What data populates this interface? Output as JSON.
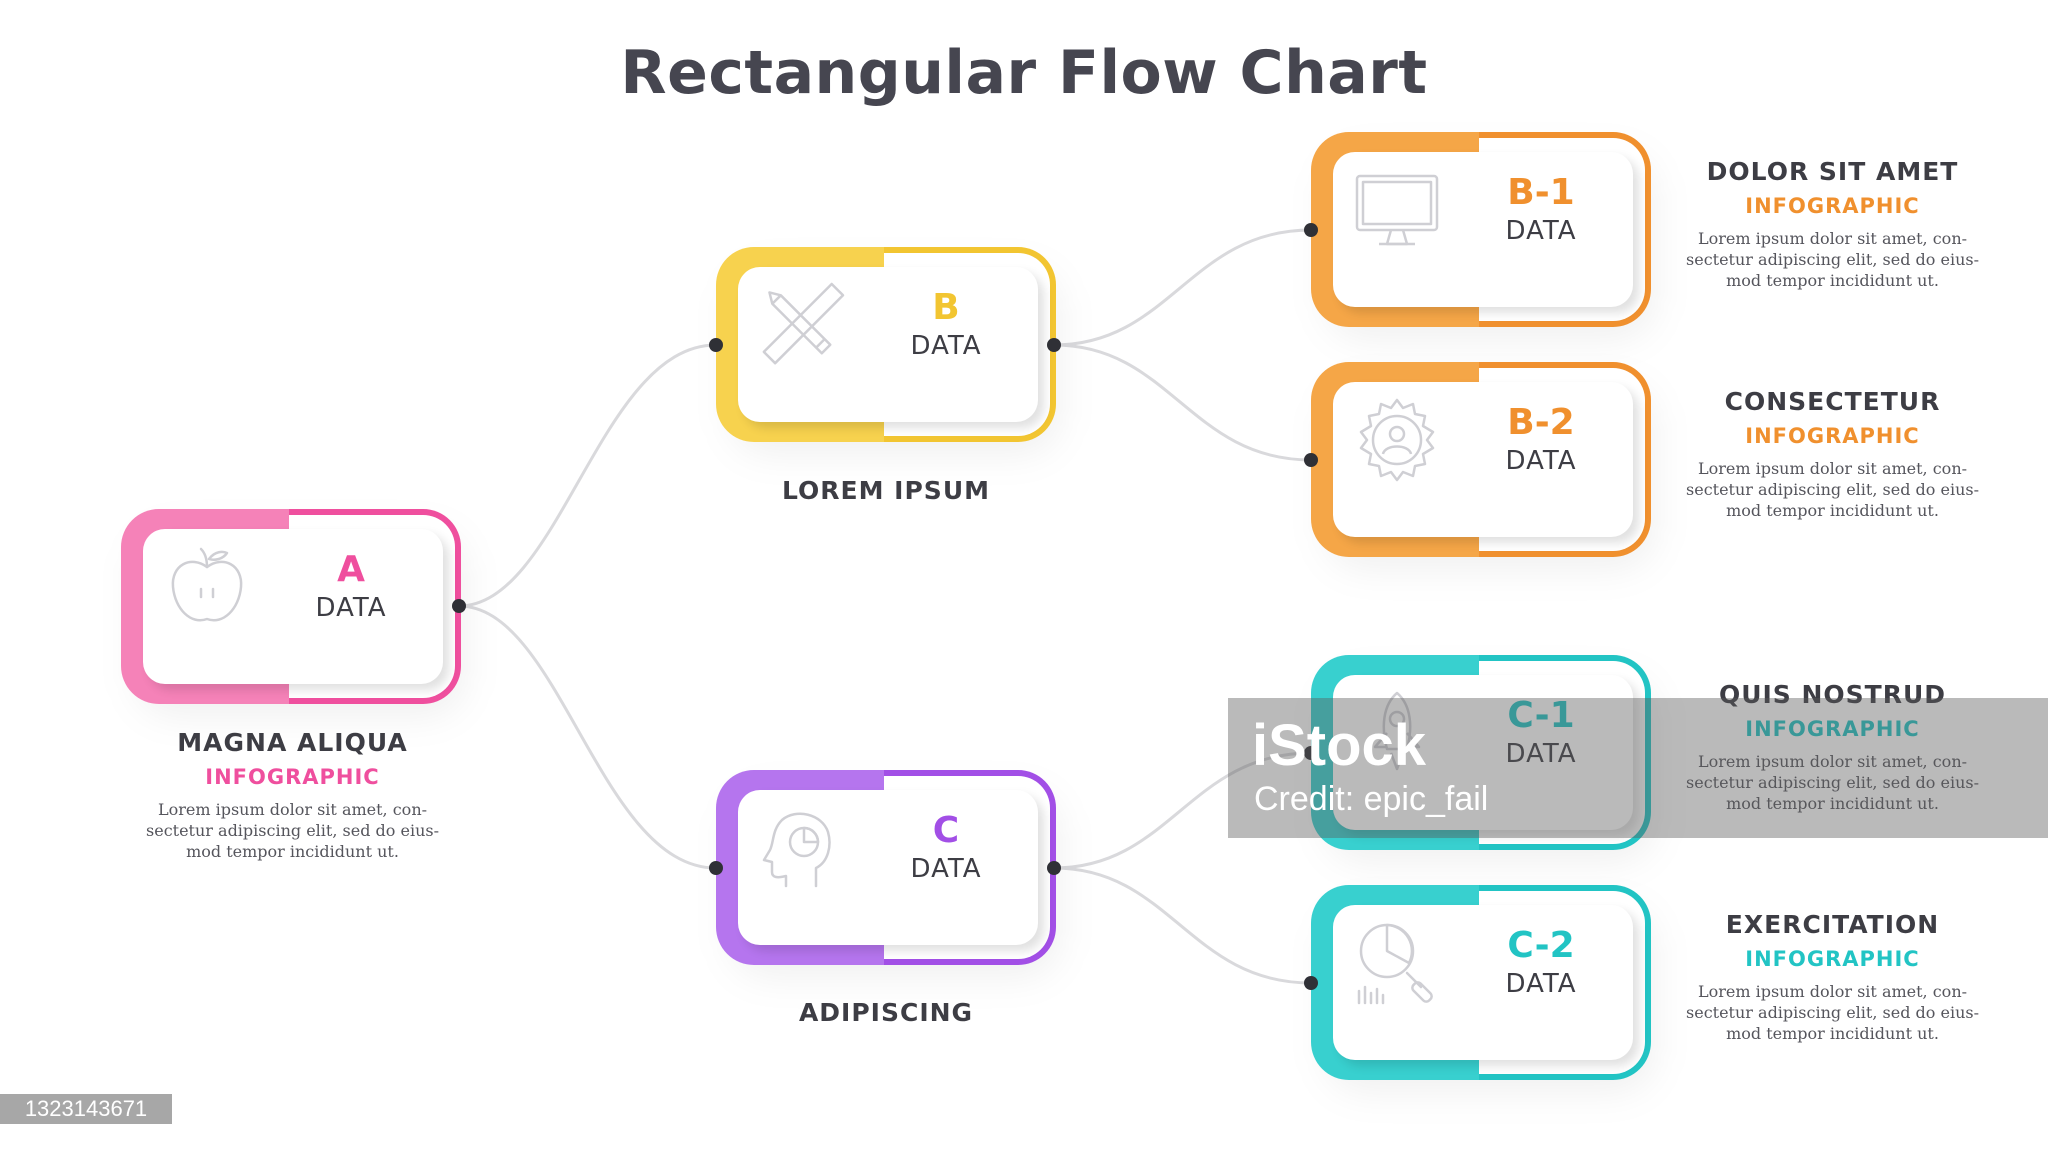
{
  "title": "Rectangular Flow Chart",
  "colors": {
    "pink": "#ef4f9e",
    "pink_light": "#f582b8",
    "yellow": "#f2c531",
    "yellow_light": "#f7d24e",
    "orange": "#f0902e",
    "orange_light": "#f5a647",
    "purple": "#a24fe6",
    "purple_light": "#b575ee",
    "teal": "#22c4c4",
    "teal_light": "#38d0cf",
    "connector": "#d9d9dc",
    "text_dark": "#3d3d44"
  },
  "nodes": {
    "a": {
      "letter": "A",
      "data": "DATA",
      "icon": "apple-icon"
    },
    "b": {
      "letter": "B",
      "data": "DATA",
      "icon": "pencil-ruler-icon"
    },
    "c": {
      "letter": "C",
      "data": "DATA",
      "icon": "head-profile-icon"
    },
    "b1": {
      "letter": "B-1",
      "data": "DATA",
      "icon": "monitor-icon"
    },
    "b2": {
      "letter": "B-2",
      "data": "DATA",
      "icon": "user-gear-icon"
    },
    "c1": {
      "letter": "C-1",
      "data": "DATA",
      "icon": "rocket-icon"
    },
    "c2": {
      "letter": "C-2",
      "data": "DATA",
      "icon": "chart-magnifier-icon"
    }
  },
  "labels": {
    "a": {
      "title": "MAGNA ALIQUA",
      "subtitle": "INFOGRAPHIC",
      "desc": [
        "Lorem ipsum dolor sit amet, con-",
        "sectetur adipiscing elit, sed do eius-",
        "mod tempor incididunt ut."
      ]
    },
    "b": {
      "title": "LOREM IPSUM"
    },
    "c": {
      "title": "ADIPISCING"
    },
    "b1": {
      "title": "DOLOR SIT AMET",
      "subtitle": "INFOGRAPHIC",
      "desc": [
        "Lorem ipsum dolor sit amet, con-",
        "sectetur adipiscing elit, sed do eius-",
        "mod tempor incididunt ut."
      ]
    },
    "b2": {
      "title": "CONSECTETUR",
      "subtitle": "INFOGRAPHIC",
      "desc": [
        "Lorem ipsum dolor sit amet, con-",
        "sectetur adipiscing elit, sed do eius-",
        "mod tempor incididunt ut."
      ]
    },
    "c1": {
      "title": "QUIS NOSTRUD",
      "subtitle": "INFOGRAPHIC",
      "desc": [
        "Lorem ipsum dolor sit amet, con-",
        "sectetur adipiscing elit, sed do eius-",
        "mod tempor incididunt ut."
      ]
    },
    "c2": {
      "title": "EXERCITATION",
      "subtitle": "INFOGRAPHIC",
      "desc": [
        "Lorem ipsum dolor sit amet, con-",
        "sectetur adipiscing elit, sed do eius-",
        "mod tempor incididunt ut."
      ]
    }
  },
  "watermark": {
    "brand": "iStock",
    "credit": "Credit: epic_fail"
  },
  "stock_id": "1323143671"
}
